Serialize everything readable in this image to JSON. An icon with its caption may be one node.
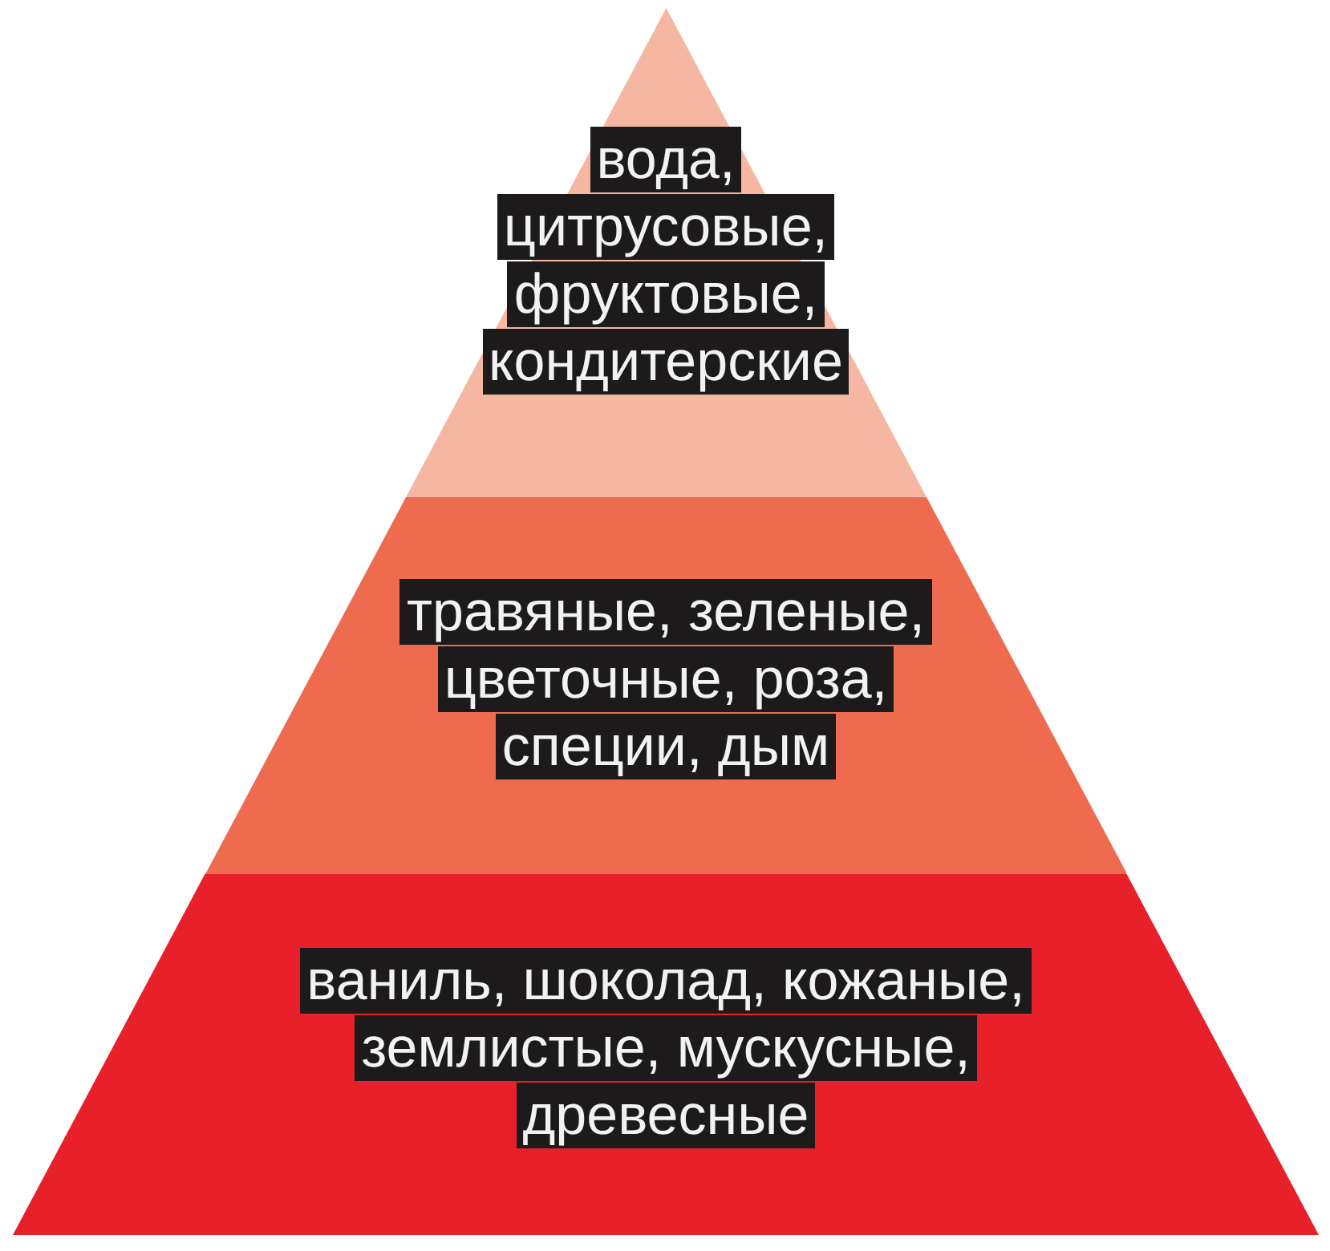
{
  "diagram": {
    "nodes": [
      {
        "text": [
          "вода, цитрусовые, фруктовые, кондитерские"
        ]
      },
      {
        "text": [
          "травяные, зеленые, цветочные, роза, специи, дым"
        ]
      },
      {
        "text": [
          "ваниль, шоколад, кожаные, землистые, мускусные, древесные"
        ]
      }
    ]
  }
}
